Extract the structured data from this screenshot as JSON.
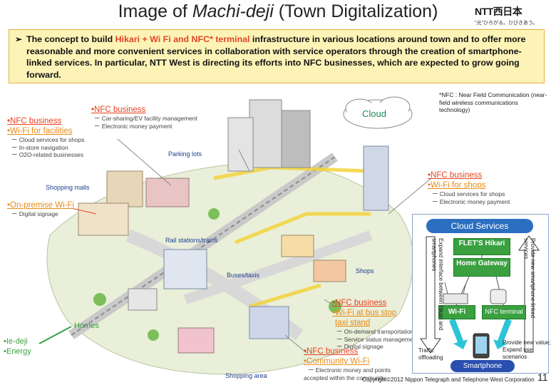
{
  "title": {
    "prefix": "Image of ",
    "italic": "Machi-deji",
    "suffix": " (Town Digitalization)"
  },
  "logo": {
    "brand": "NTT西日本",
    "slogan": "\"光\"ひろがる。ひびきあう。"
  },
  "concept": {
    "arrow": "➢",
    "part1": "The concept to build ",
    "highlight": "Hikari + Wi Fi and NFC* terminal",
    "part2": " infrastructure in various locations around town and to offer more reasonable and more convenient services in collaboration with service operators through the creation of smartphone-linked services.  In particular, NTT West is directing its efforts into NFC businesses, which are expected to grow going forward."
  },
  "footnote": "*NFC : Near Field Communication (near-field wireless communications technology)",
  "places": {
    "parking": "Parking lots",
    "malls": "Shopping malls",
    "rail": "Rail stations/trains",
    "buses": "Buses/taxis",
    "shops": "Shops",
    "shopping_area": "Shopping area",
    "cloud": "Cloud",
    "homes": "Homes"
  },
  "callouts": {
    "top_center": {
      "l1": "•NFC business",
      "s1": "ー Car-sharing/EV facility management",
      "s2": "ー Electronic money payment"
    },
    "top_left": {
      "l1": "•NFC business",
      "l2": "•Wi-Fi for facilities",
      "s1": "ー Cloud services for shops",
      "s2": "ー In-store navigation",
      "s3": "ー O2O-related businesses"
    },
    "onpremise": {
      "l1": "•On-premise Wi-Fi",
      "s1": "ー Digital signage"
    },
    "right_shops": {
      "l1": "•NFC business",
      "l2": "•Wi-Fi for shops",
      "s1": "ー Cloud services for shops",
      "s2": "ー Electronic money payment"
    },
    "bus_stop": {
      "l1": "•NFC business",
      "l2": "•Wi-Fi at bus stop",
      "l3": "taxi stand",
      "s1": "ー On-demand transportation",
      "s2": "ー Service status management",
      "s3": "ー Digital signage"
    },
    "community": {
      "l1": "•NFC business",
      "l2": "•Community Wi-Fi",
      "s1": "ー Electronic money and points",
      "s2": "accepted within the community"
    },
    "left_bottom": {
      "l1": "•Ie-deji",
      "l2": "•Energy"
    }
  },
  "cloud_services": {
    "banner": "Cloud Services",
    "flets": "FLET'S Hikari",
    "gateway": "Home Gateway",
    "wifi": "Wi-Fi",
    "nfc": "NFC terminal",
    "smartphone": "Smartphone",
    "left_vertical": "Expand interface between hikari and smartphones",
    "right_vertical": "Provide new smartphone-linked services",
    "traffic": "Traffic offloading",
    "provide": "Provide new value; Expand use scenarios"
  },
  "copyright": "Copyright©2012 Nippon Telegraph and Telephone West Corporation",
  "page_number": "11",
  "colors": {
    "nfc": "#e6421f",
    "wifi": "#e88a16",
    "cloud_banner": "#2b6fc1",
    "green_box": "#3aa040",
    "concept_bg": "#fdf3b6"
  }
}
